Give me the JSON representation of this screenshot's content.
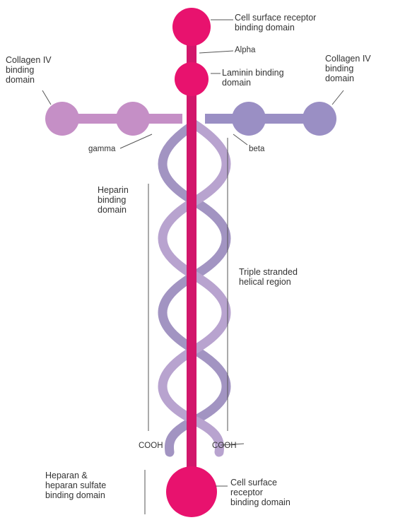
{
  "labels": {
    "cell_surface_binding_top": "Cell surface receptor\nbinding domain",
    "chain_alpha": "Alpha",
    "collagen_binding_left": "Collagen IV\nbinding\ndomain",
    "laminin_binding": "Laminin binding\ndomain",
    "collagen_binding_right": "Collagen IV\nbinding\ndomain",
    "chain_gamma": "gamma",
    "chain_beta": "beta",
    "heparin_binding": "Heparin\nbinding\ndomain",
    "triple_helical_domain": "Triple stranded\nhelical region",
    "terminal_left": "COOH",
    "terminal_right": "COOH",
    "heparan_note": "Heparan &\nheparan sulfate\nbinding domain",
    "cell_surface_binding_bottom": "Cell surface\nreceptor\nbinding domain"
  },
  "colors": {
    "alpha_chain": "#d2176b",
    "alpha_globule": "#e8126e",
    "beta_chain": "#9a8fc4",
    "gamma_chain": "#c58fc6",
    "helix_strand": "#a294c2",
    "line": "#555555"
  }
}
